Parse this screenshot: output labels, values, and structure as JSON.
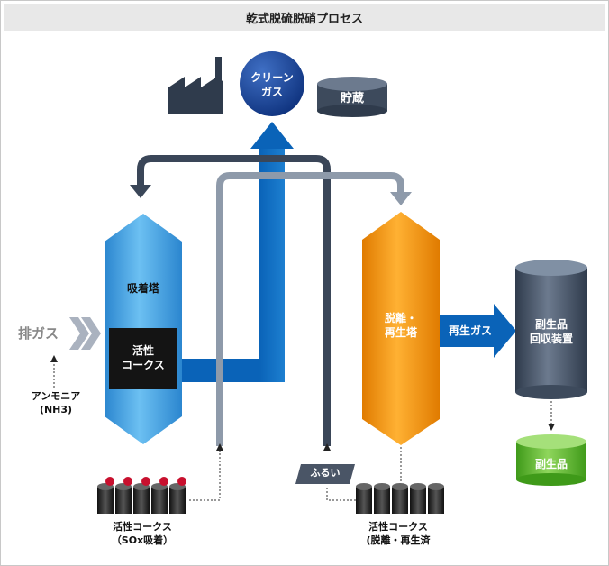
{
  "title": "乾式脱硫脱硝プロセス",
  "clean_gas": "クリーン\nガス",
  "storage": "貯蔵",
  "adsorption_tower": "吸着塔",
  "activated_coke": "活性\nコークス",
  "exhaust_gas": "排ガス",
  "ammonia": "アンモニア\n(NH3)",
  "desorption_tower": "脱離・\n再生塔",
  "regen_gas": "再生ガス",
  "byproduct_recovery": "副生品\n回収装置",
  "byproduct": "副生品",
  "sieve": "ふるい",
  "coke_sox": "活性コークス\n（SOx吸着）",
  "coke_regen": "活性コークス\n(脱離・再生済",
  "colors": {
    "adsorber_blue": "#4aa3e0",
    "main_blue": "#0a63b8",
    "navy": "#1a3d8a",
    "orange": "#f39a1a",
    "slate": "#3d4a5c",
    "green": "#5cb82e",
    "dark_pipe": "#3a4658",
    "light_pipe": "#8e9aaa"
  }
}
